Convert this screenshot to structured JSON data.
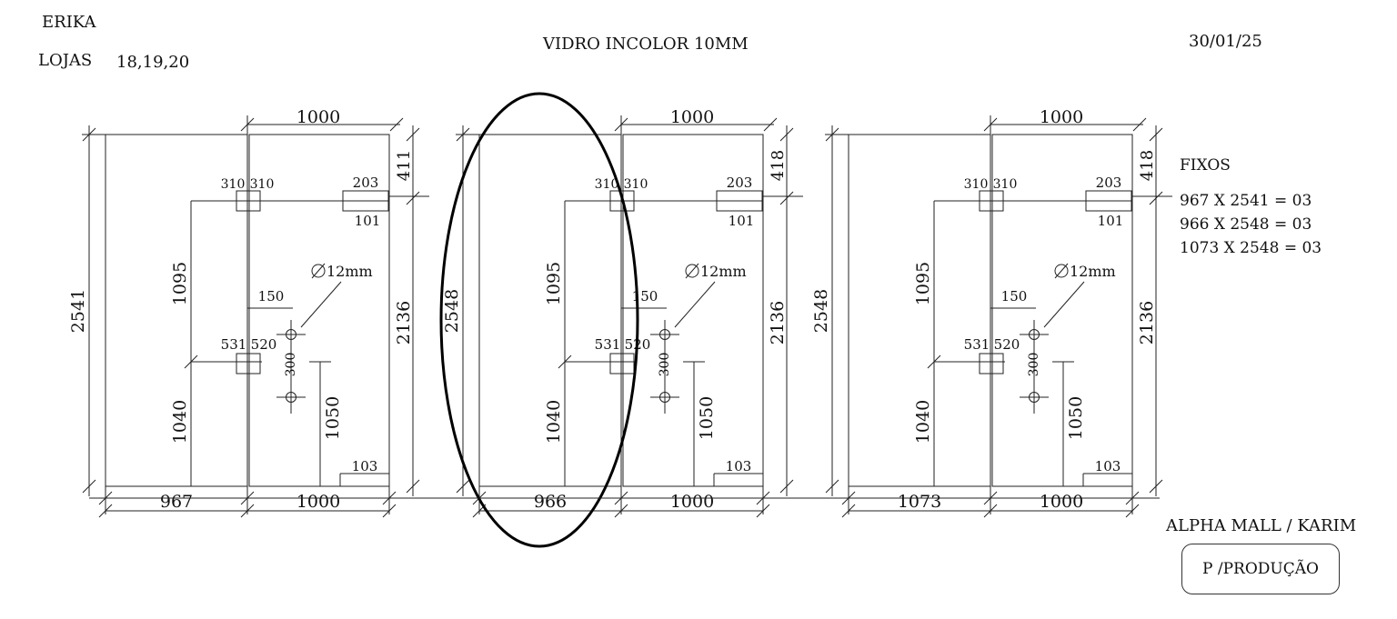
{
  "header": {
    "client": "ERIKA",
    "stores_label": "LOJAS",
    "stores_value": "18,19,20",
    "material": "VIDRO INCOLOR 10MM",
    "date": "30/01/25"
  },
  "panels": [
    {
      "height": "2541",
      "top_width": "1000",
      "fixed_width": "967",
      "door_width": "1000",
      "top_offset": "411",
      "right_height": "2136",
      "hinge_left": "310",
      "hinge_right": "310",
      "lock_width": "203",
      "lock_height": "101",
      "upper_vertical": "1095",
      "lower_vertical": "1040",
      "mid_left": "531",
      "mid_right": "520",
      "hole_offset": "150",
      "hole_diameter": "12mm",
      "hole_spacing": "300",
      "handle_height": "1050",
      "bottom_notch": "103",
      "highlighted": false
    },
    {
      "height": "2548",
      "top_width": "1000",
      "fixed_width": "966",
      "door_width": "1000",
      "top_offset": "418",
      "right_height": "2136",
      "hinge_left": "310",
      "hinge_right": "310",
      "lock_width": "203",
      "lock_height": "101",
      "upper_vertical": "1095",
      "lower_vertical": "1040",
      "mid_left": "531",
      "mid_right": "520",
      "hole_offset": "150",
      "hole_diameter": "12mm",
      "hole_spacing": "300",
      "handle_height": "1050",
      "bottom_notch": "103",
      "highlighted": true
    },
    {
      "height": "2548",
      "top_width": "1000",
      "fixed_width": "1073",
      "door_width": "1000",
      "top_offset": "418",
      "right_height": "2136",
      "hinge_left": "310",
      "hinge_right": "310",
      "lock_width": "203",
      "lock_height": "101",
      "upper_vertical": "1095",
      "lower_vertical": "1040",
      "mid_left": "531",
      "mid_right": "520",
      "hole_offset": "150",
      "hole_diameter": "12mm",
      "hole_spacing": "300",
      "handle_height": "1050",
      "bottom_notch": "103",
      "highlighted": false
    }
  ],
  "fixos": {
    "title": "FIXOS",
    "items": [
      "967 X 2541 = 03",
      "966 X 2548 = 03",
      "1073 X 2548 = 03"
    ]
  },
  "footer": {
    "project": "ALPHA MALL / KARIM",
    "stamp": "P /PRODUÇÃO"
  },
  "colors": {
    "line": "#222222",
    "text": "#111111",
    "highlight": "#000000"
  }
}
